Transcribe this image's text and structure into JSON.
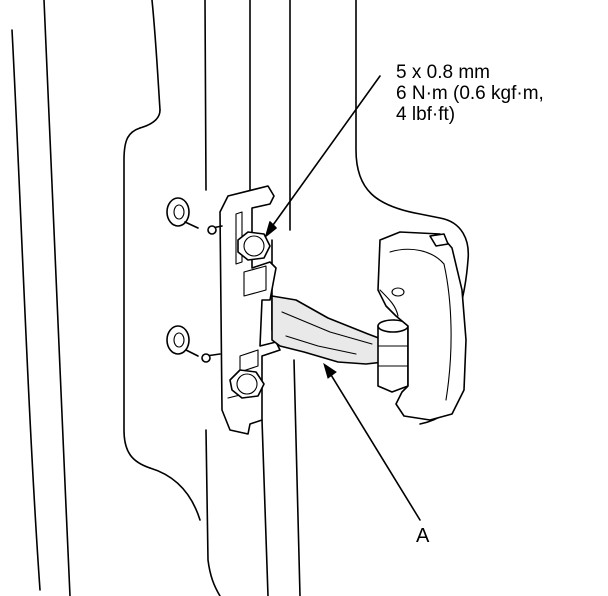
{
  "fastener_spec": {
    "line1": "5 x 0.8 mm",
    "line2": "6 N·m (0.6 kgf·m,",
    "line3": "4 lbf·ft)"
  },
  "callouts": {
    "a": "A"
  }
}
